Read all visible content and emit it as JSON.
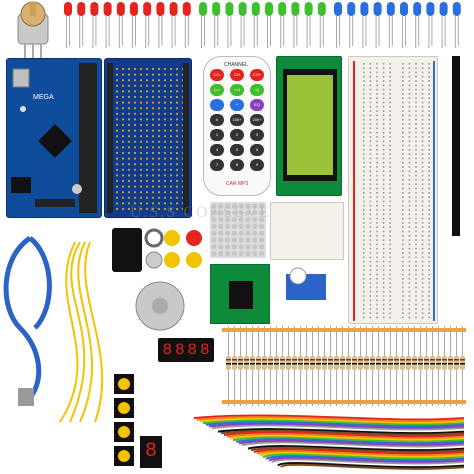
{
  "remote": {
    "top_label": "CHANNEL",
    "keys": [
      "CH-",
      "CH",
      "CH+",
      "|<<",
      ">>|",
      ">||",
      "-",
      "+",
      "EQ",
      "0",
      "100+",
      "200+",
      "1",
      "2",
      "3",
      "4",
      "5",
      "6",
      "7",
      "8",
      "9"
    ],
    "brand": "CAR MP3"
  },
  "mega_board": {
    "label": "MEGA"
  },
  "display_7seg": {
    "digits": [
      "8",
      "8",
      "8",
      "8"
    ]
  },
  "single_digit": {
    "value": "8"
  },
  "watermark": "U.S.S CONSEVE",
  "colors": {
    "board_blue": "#0f4c9c",
    "led_red": "#e4241e",
    "led_green": "#3fbf2e",
    "led_blue": "#2a6fe0",
    "lcd_green": "#9cc23a",
    "breadboard": "#f4f1ea"
  }
}
